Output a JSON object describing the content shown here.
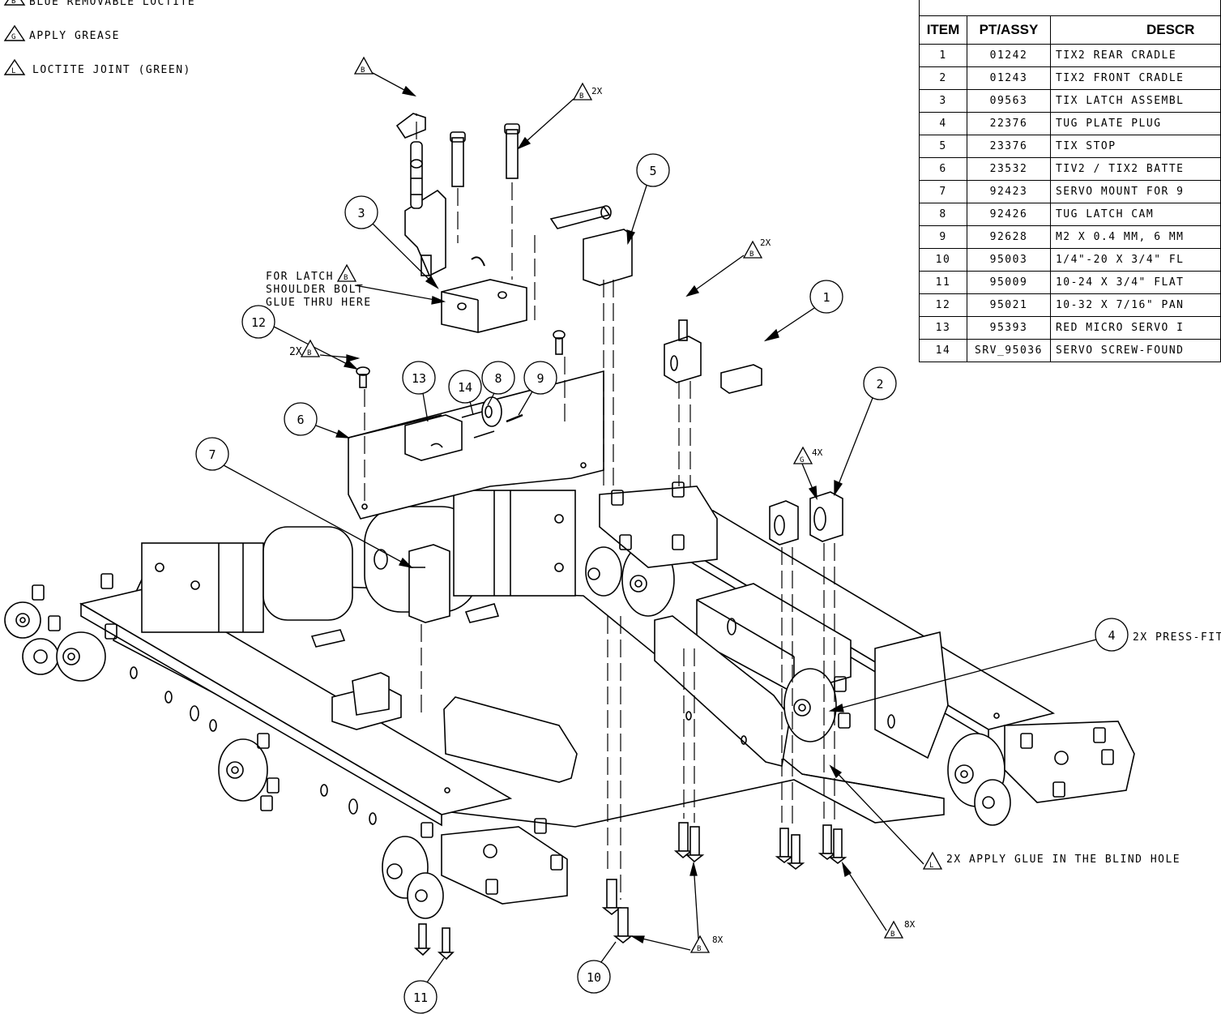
{
  "notes": [
    {
      "symbol": "B",
      "text": "BLUE REMOVABLE LOCTITE"
    },
    {
      "symbol": "G",
      "text": "APPLY GREASE"
    },
    {
      "symbol": "L",
      "text": "LOCTITE JOINT (GREEN)"
    }
  ],
  "bom": {
    "headers": {
      "item": "ITEM",
      "pt": "PT/ASSY",
      "desc": "DESCR"
    },
    "rows": [
      {
        "item": "1",
        "pt": "01242",
        "desc": "TIX2 REAR CRADLE"
      },
      {
        "item": "2",
        "pt": "01243",
        "desc": "TIX2 FRONT CRADLE"
      },
      {
        "item": "3",
        "pt": "09563",
        "desc": "TIX LATCH ASSEMBL"
      },
      {
        "item": "4",
        "pt": "22376",
        "desc": "TUG PLATE PLUG"
      },
      {
        "item": "5",
        "pt": "23376",
        "desc": "TIX STOP"
      },
      {
        "item": "6",
        "pt": "23532",
        "desc": "TIV2 / TIX2 BATTE"
      },
      {
        "item": "7",
        "pt": "92423",
        "desc": "SERVO MOUNT FOR 9"
      },
      {
        "item": "8",
        "pt": "92426",
        "desc": "TUG LATCH CAM"
      },
      {
        "item": "9",
        "pt": "92628",
        "desc": "M2 X 0.4 MM, 6 MM"
      },
      {
        "item": "10",
        "pt": "95003",
        "desc": "1/4\"-20 X 3/4\" FL"
      },
      {
        "item": "11",
        "pt": "95009",
        "desc": "10-24 X 3/4\" FLAT"
      },
      {
        "item": "12",
        "pt": "95021",
        "desc": "10-32 X 7/16\" PAN"
      },
      {
        "item": "13",
        "pt": "95393",
        "desc": "RED MICRO SERVO I"
      },
      {
        "item": "14",
        "pt": "SRV_95036",
        "desc": "SERVO SCREW-FOUND"
      }
    ]
  },
  "balloons": [
    {
      "num": "1"
    },
    {
      "num": "2"
    },
    {
      "num": "3"
    },
    {
      "num": "4"
    },
    {
      "num": "5"
    },
    {
      "num": "6"
    },
    {
      "num": "7"
    },
    {
      "num": "8"
    },
    {
      "num": "9"
    },
    {
      "num": "10"
    },
    {
      "num": "11"
    },
    {
      "num": "12"
    },
    {
      "num": "13"
    },
    {
      "num": "14"
    }
  ],
  "annotations": {
    "latch_note": [
      "FOR LATCH",
      "SHOULDER BOLT",
      "GLUE THRU HERE"
    ],
    "press_fit": "2X PRESS-FIT",
    "blind_hole": "2X APPLY GLUE IN THE BLIND HOLE",
    "qty_2x": "2X",
    "qty_4x": "4X",
    "qty_8x": "8X"
  },
  "colors": {
    "ink": "#000000",
    "paper": "#ffffff"
  }
}
